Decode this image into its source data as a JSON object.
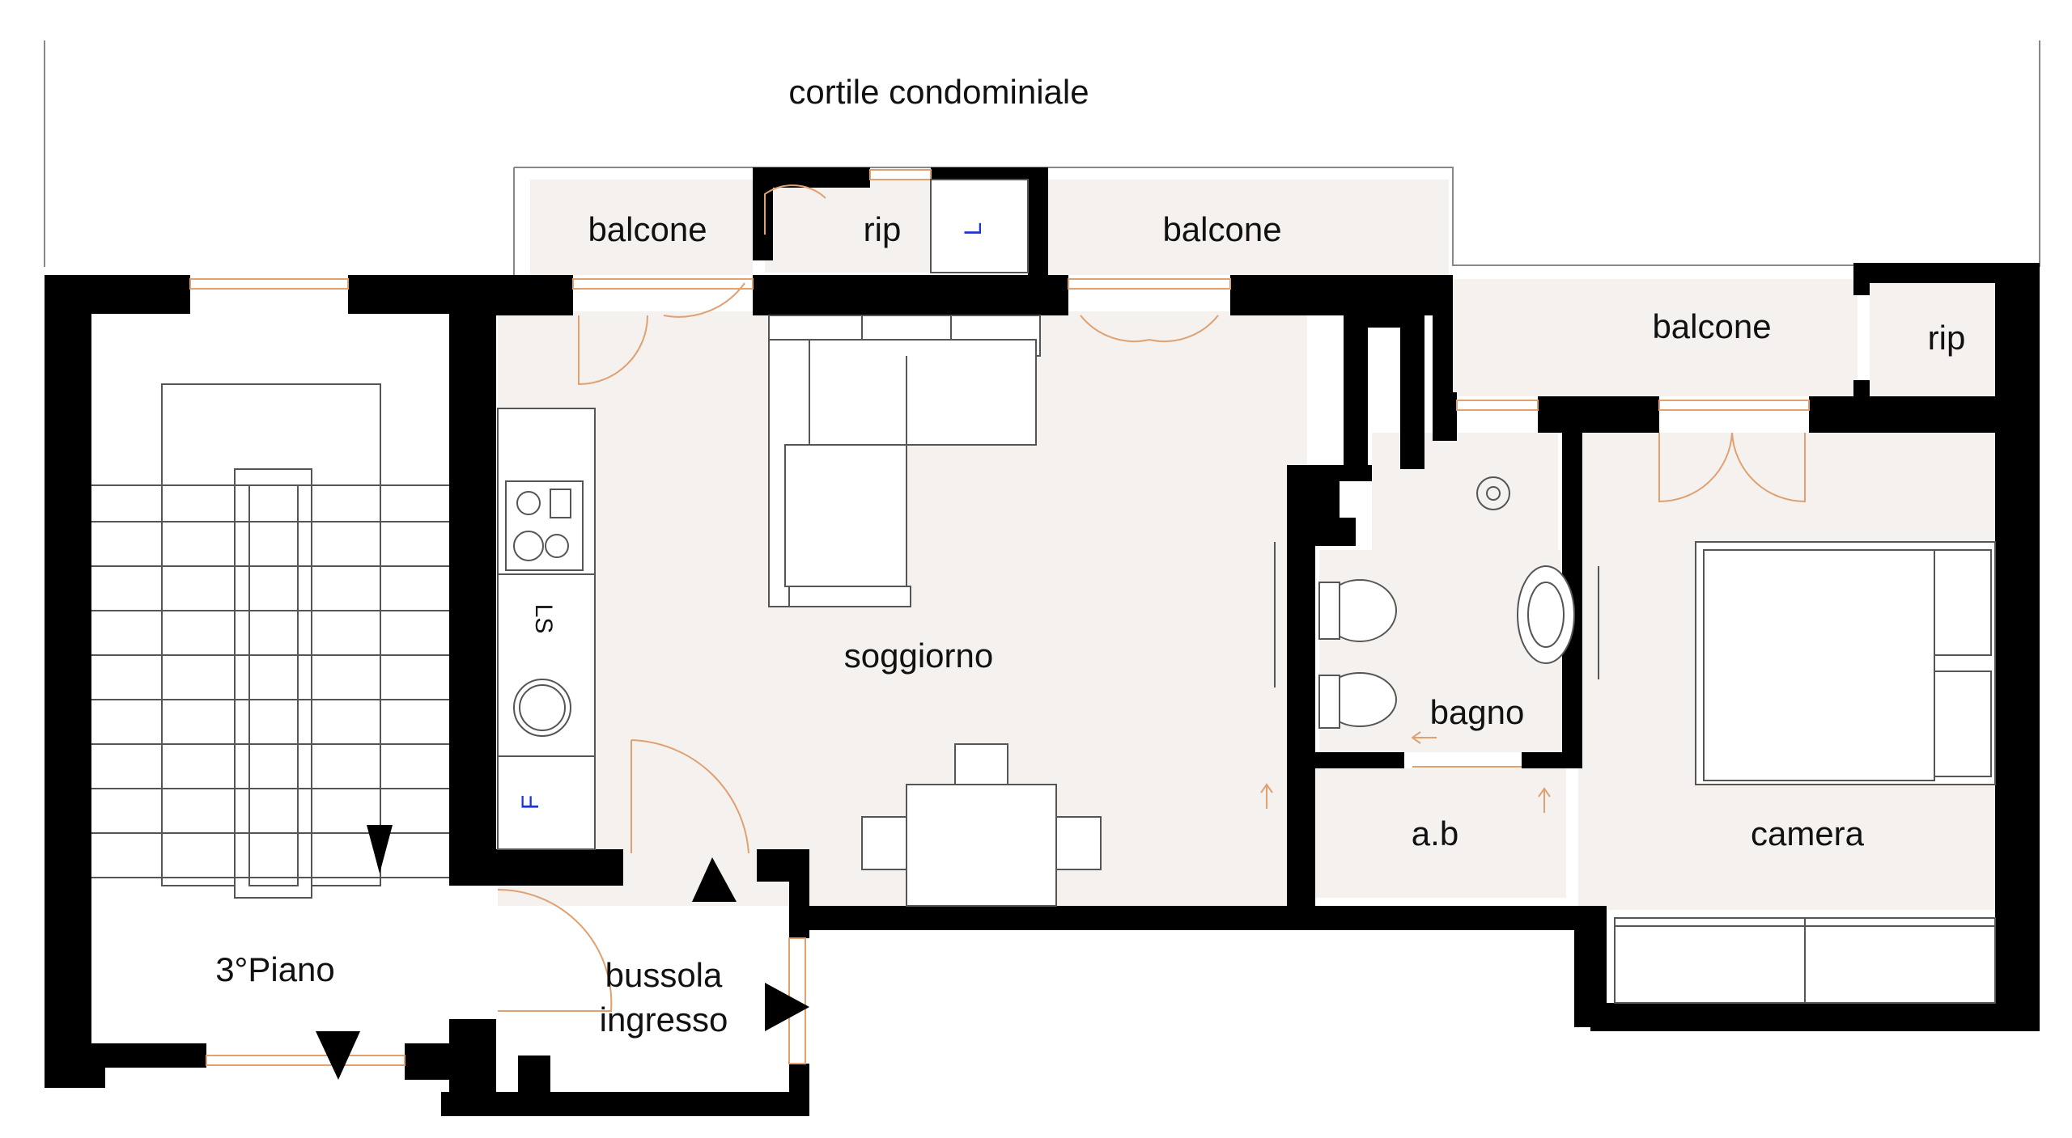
{
  "labels": {
    "courtyard": "cortile condominiale",
    "balcony_left": "balcone",
    "storage_top": "rip",
    "balcony_center": "balcone",
    "balcony_right": "balcone",
    "storage_right": "rip",
    "living": "soggiorno",
    "bathroom": "bagno",
    "antibath": "a.b",
    "bedroom": "camera",
    "floor_landing": "3°Piano",
    "entry_line1": "bussola",
    "entry_line2": "ingresso",
    "dishwasher": "LS",
    "fridge": "F",
    "laundry": "L"
  },
  "colors": {
    "wall": "#000000",
    "floor": "#f4f1ee",
    "door_swing": "#e0a070",
    "symbol_text": "#2233cc"
  }
}
